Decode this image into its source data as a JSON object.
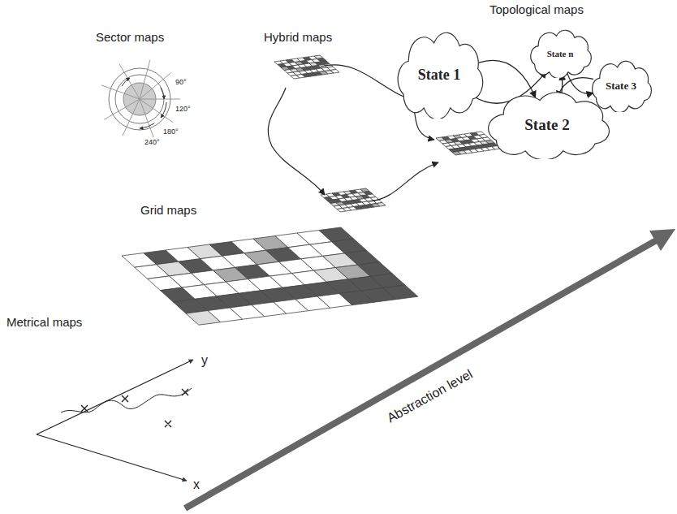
{
  "diagram": {
    "nodes": [
      {
        "text": [
          "State 1"
        ]
      },
      {
        "text": [
          "State n"
        ]
      },
      {
        "text": [
          "State 2"
        ]
      },
      {
        "text": [
          "State 3"
        ]
      }
    ],
    "edges": [
      {
        "from": 0,
        "to": 1,
        "arrow": "to"
      },
      {
        "from": 0,
        "to": 2,
        "arrow": "to"
      },
      {
        "from": 2,
        "to": 1,
        "arrow": "to"
      },
      {
        "from": 1,
        "to": 3,
        "arrow": "to"
      },
      {
        "from": 3,
        "to": 2,
        "arrow": "to"
      }
    ],
    "labels": [
      "Topological maps",
      "Sector maps",
      "Hybrid maps",
      "Grid maps",
      "Metrical maps",
      "90°",
      "120°",
      "180°",
      "240°",
      "y",
      "x",
      "Abstraction level"
    ]
  }
}
